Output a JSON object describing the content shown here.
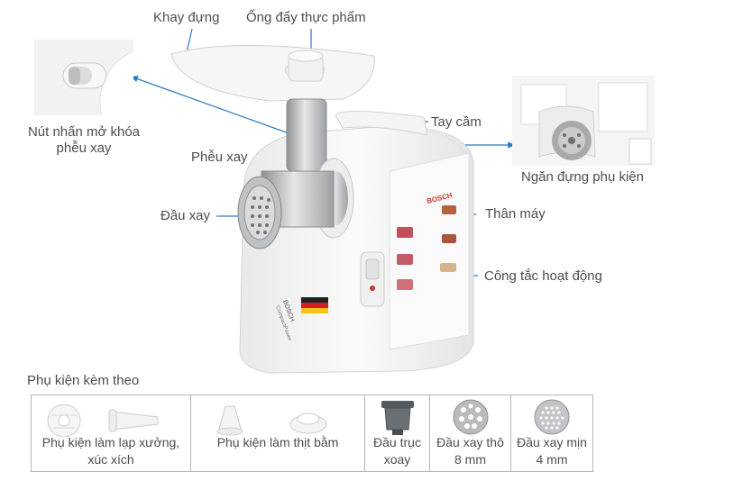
{
  "labels": {
    "tray": "Khay đựng",
    "pusher": "Ống đẩy thực phẩm",
    "unlock_button": "Nút nhấn mở khóa phễu xay",
    "handle": "Tay cầm",
    "funnel": "Phễu xay",
    "accessory_compartment": "Ngăn đựng phụ kiện",
    "grinder_head": "Đầu xay",
    "body": "Thân máy",
    "switch": "Công tắc hoạt động"
  },
  "product": {
    "brand": "BOSCH",
    "model": "CompactPower"
  },
  "accessories": {
    "title": "Phụ kiện kèm theo",
    "items": [
      {
        "line1": "Phụ kiện làm lạp xưởng,",
        "line2": "xúc xích"
      },
      {
        "line1": "Phụ kiện làm thịt bằm",
        "line2": ""
      },
      {
        "line1": "Đầu trục",
        "line2": "xoay"
      },
      {
        "line1": "Đầu xay thô",
        "line2": "8 mm"
      },
      {
        "line1": "Đầu xay mịn",
        "line2": "4 mm"
      }
    ]
  },
  "colors": {
    "leader_line": "#2b79c2",
    "label_text": "#4d4d4d",
    "body_white": "#f3f3f3",
    "metal": "#b9bcbf"
  }
}
